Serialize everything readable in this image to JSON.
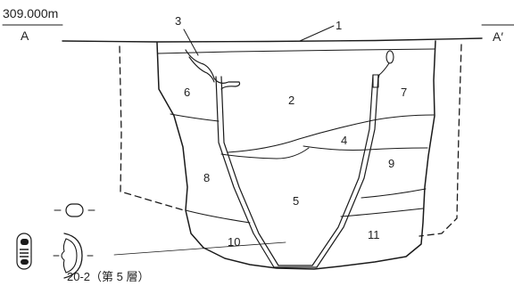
{
  "elevation": "309.000m",
  "section_left": "A",
  "section_right": "A′",
  "layers": {
    "l1": "1",
    "l2": "2",
    "l3": "3",
    "l4": "4",
    "l5": "5",
    "l6": "6",
    "l7": "7",
    "l8": "8",
    "l9": "9",
    "l10": "10",
    "l11": "11"
  },
  "artifact_caption": "20-2（第 5 層）"
}
